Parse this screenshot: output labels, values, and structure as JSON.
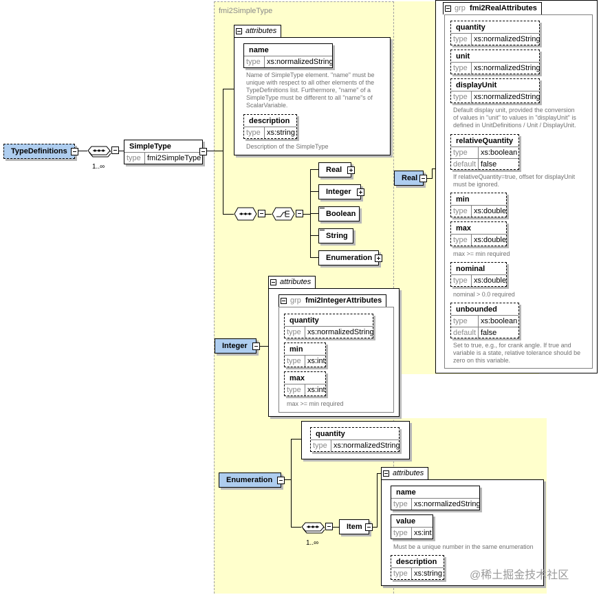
{
  "simple_type_region": {
    "title": "fmi2SimpleType"
  },
  "type_definitions": {
    "label": "TypeDefinitions",
    "multiplicity": "1..∞"
  },
  "simple_type": {
    "name": "SimpleType",
    "type_key": "type",
    "type_value": "fmi2SimpleType"
  },
  "simple_attributes": {
    "title": "attributes",
    "name_attr": {
      "name": "name",
      "type_key": "type",
      "type_value": "xs:normalizedString",
      "doc": [
        "Name of SimpleType element. \"name\" must be",
        "unique with respect to all other elements of the",
        "TypeDefinitions list. Furthermore,  \"name\" of a",
        "SimpleType must be different to all \"name\"s of",
        "ScalarVariable."
      ]
    },
    "description_attr": {
      "name": "description",
      "type_key": "type",
      "type_value": "xs:string",
      "doc": [
        "Description of the SimpleType"
      ]
    }
  },
  "choice_items": {
    "real": "Real",
    "integer": "Integer",
    "boolean": "Boolean",
    "string": "String",
    "enumeration": "Enumeration"
  },
  "real_node": {
    "label": "Real"
  },
  "real_attributes": {
    "grp_key": "grp",
    "title": "fmi2RealAttributes",
    "quantity": {
      "name": "quantity",
      "type_key": "type",
      "type_value": "xs:normalizedString"
    },
    "unit": {
      "name": "unit",
      "type_key": "type",
      "type_value": "xs:normalizedString"
    },
    "display_unit": {
      "name": "displayUnit",
      "type_key": "type",
      "type_value": "xs:normalizedString",
      "doc": [
        "Default display unit, provided the conversion",
        "of values in \"unit\" to values in \"displayUnit\" is",
        "defined in UnitDefinitions / Unit / DisplayUnit."
      ]
    },
    "relative_quantity": {
      "name": "relativeQuantity",
      "type_key": "type",
      "type_value": "xs:boolean",
      "default_key": "default",
      "default_value": "false",
      "doc": [
        "If relativeQuantity=true, offset for displayUnit",
        "must be ignored."
      ]
    },
    "min": {
      "name": "min",
      "type_key": "type",
      "type_value": "xs:double"
    },
    "max": {
      "name": "max",
      "type_key": "type",
      "type_value": "xs:double",
      "doc": [
        "max >= min required"
      ]
    },
    "nominal": {
      "name": "nominal",
      "type_key": "type",
      "type_value": "xs:double",
      "doc": [
        "nominal > 0.0 required"
      ]
    },
    "unbounded": {
      "name": "unbounded",
      "type_key": "type",
      "type_value": "xs:boolean",
      "default_key": "default",
      "default_value": "false",
      "doc": [
        "Set to true, e.g., for crank angle. If true and",
        "variable is a state, relative tolerance should be",
        "zero on this variable."
      ]
    }
  },
  "integer_node": {
    "label": "Integer"
  },
  "integer_attributes": {
    "title": "attributes",
    "grp_key": "grp",
    "grp_title": "fmi2IntegerAttributes",
    "quantity": {
      "name": "quantity",
      "type_key": "type",
      "type_value": "xs:normalizedString"
    },
    "min": {
      "name": "min",
      "type_key": "type",
      "type_value": "xs:int"
    },
    "max": {
      "name": "max",
      "type_key": "type",
      "type_value": "xs:int",
      "doc": [
        "max >= min required"
      ]
    }
  },
  "enumeration_node": {
    "label": "Enumeration",
    "multiplicity": "1..∞"
  },
  "enum_attributes": {
    "quantity": {
      "name": "quantity",
      "type_key": "type",
      "type_value": "xs:normalizedString"
    }
  },
  "item_node": {
    "label": "Item"
  },
  "item_attributes": {
    "title": "attributes",
    "name_attr": {
      "name": "name",
      "type_key": "type",
      "type_value": "xs:normalizedString"
    },
    "value_attr": {
      "name": "value",
      "type_key": "type",
      "type_value": "xs:int",
      "doc": [
        "Must be a unique number in the same enumeration"
      ]
    },
    "description_attr": {
      "name": "description",
      "type_key": "type",
      "type_value": "xs:string"
    }
  },
  "watermark": "@稀土掘金技术社区"
}
